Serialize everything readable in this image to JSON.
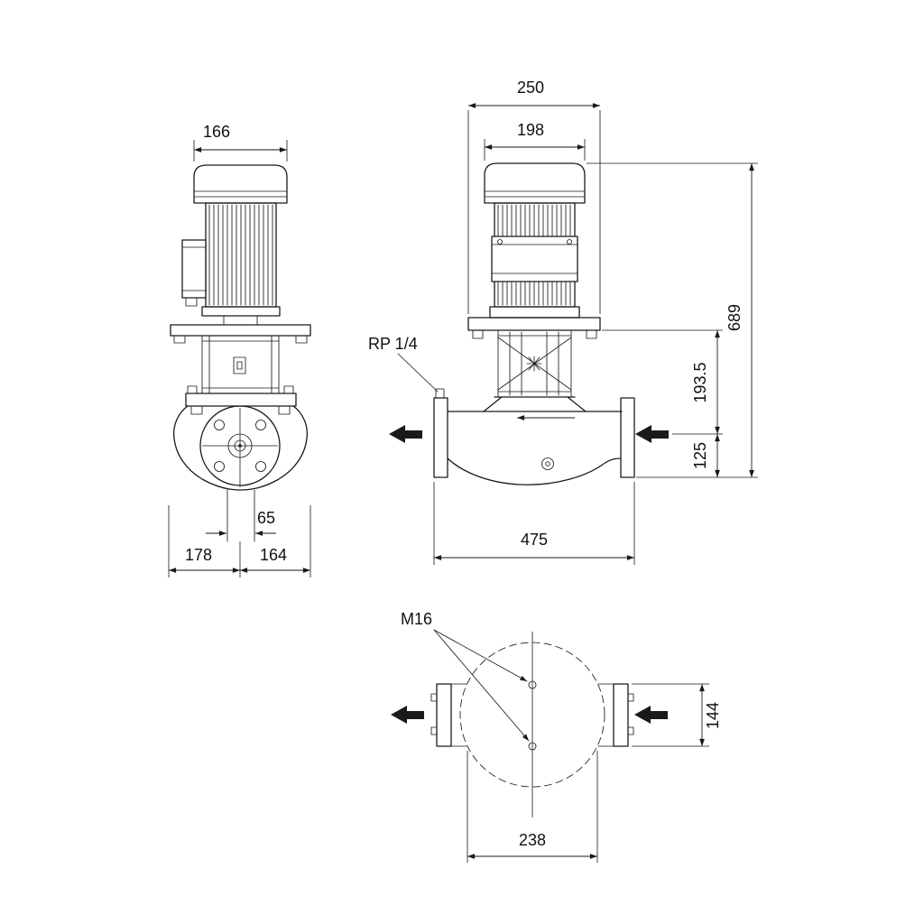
{
  "side_view": {
    "dim_motor_width": "166",
    "dim_port": "65",
    "dim_base_left": "178",
    "dim_base_right": "164"
  },
  "front_view": {
    "label_port": "RP 1/4",
    "dim_plate_width": "250",
    "dim_motor_width": "198",
    "dim_total_height": "689",
    "dim_flange_to_center": "193.5",
    "dim_center_to_base": "125",
    "dim_port_to_port": "475"
  },
  "plan_view": {
    "label_bolts": "M16",
    "dim_flange_height": "144",
    "dim_base_width": "238"
  }
}
